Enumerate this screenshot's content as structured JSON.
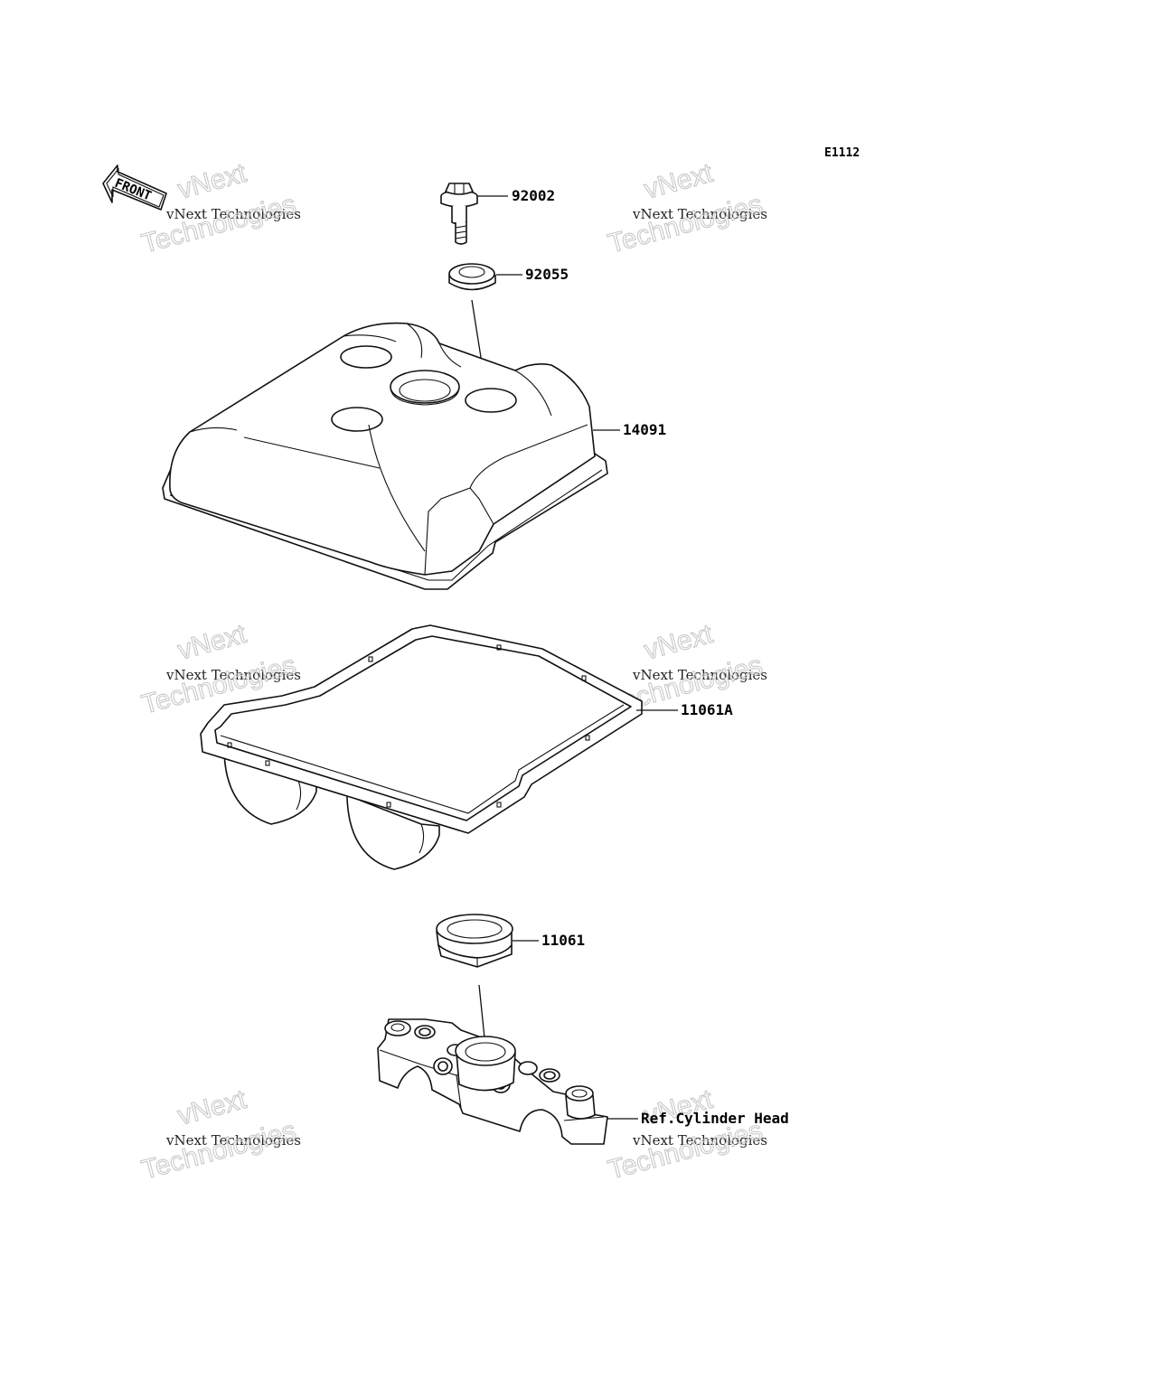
{
  "diagram_code": "E1112",
  "front_label": "FRONT",
  "watermark": {
    "line1": "vNext Technologies",
    "big_top": "vNext",
    "big_bottom": "Technologies"
  },
  "parts": [
    {
      "number": "92002"
    },
    {
      "number": "92055"
    },
    {
      "number": "14091"
    },
    {
      "number": "11061A"
    },
    {
      "number": "11061"
    },
    {
      "number": "Ref.Cylinder Head"
    }
  ]
}
